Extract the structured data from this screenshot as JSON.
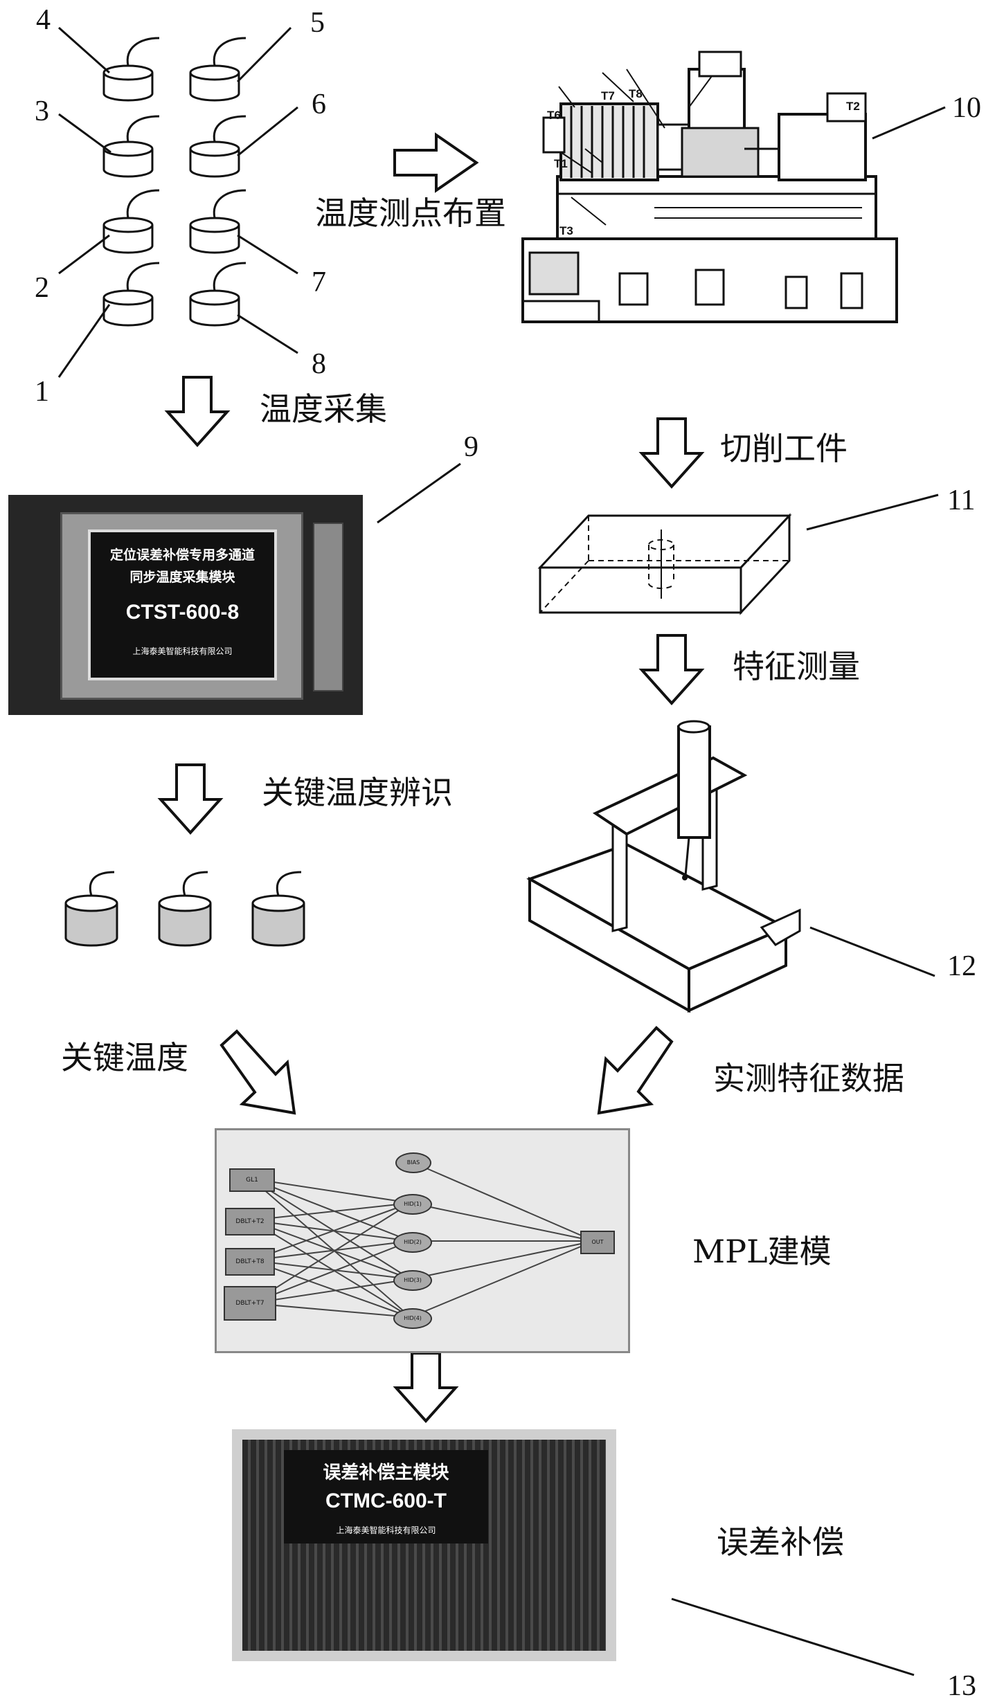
{
  "steps": {
    "layout": "温度测点布置",
    "collect": "温度采集",
    "cut": "切削工件",
    "measure": "特征测量",
    "identify": "关键温度辨识",
    "key_temp": "关键温度",
    "measured_data": "实测特征数据",
    "mpl": "MPL建模",
    "compensate": "误差补偿"
  },
  "sensor_numbers": [
    "1",
    "2",
    "3",
    "4",
    "5",
    "6",
    "7",
    "8"
  ],
  "component_numbers": {
    "n9": "9",
    "n10": "10",
    "n11": "11",
    "n12": "12",
    "n13": "13"
  },
  "machine_points": [
    "T6",
    "T7",
    "T8",
    "T2",
    "T1",
    "T3"
  ],
  "acq_module": {
    "title_line1": "定位误差补偿专用多通道",
    "title_line2": "同步温度采集模块",
    "model": "CTST-600-8",
    "company": "上海泰美智能科技有限公司"
  },
  "main_module": {
    "title": "误差补偿主模块",
    "model": "CTMC-600-T",
    "company": "上海泰美智能科技有限公司"
  },
  "network": {
    "inputs": [
      "GL1",
      "DBLT+T2",
      "DBLT+T8",
      "DBLT+T7"
    ],
    "hidden": [
      "BIAS",
      "HID(1)",
      "HID(2)",
      "HID(3)",
      "HID(4)"
    ],
    "output": "OUT"
  }
}
